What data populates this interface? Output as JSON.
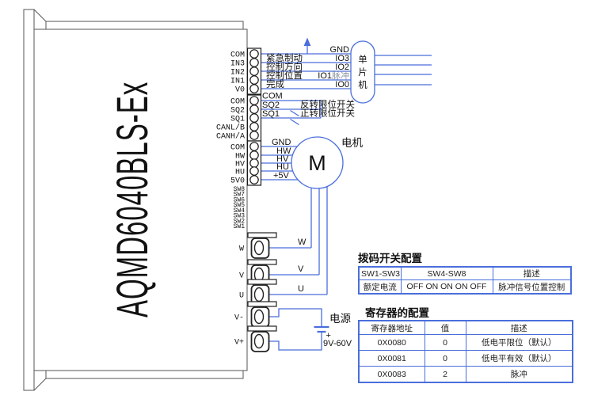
{
  "device": {
    "model": "AQMD6040BLS-Ex",
    "pins": {
      "group1": [
        "COM",
        "IN3",
        "IN2",
        "IN1",
        "V0"
      ],
      "group2": [
        "COM",
        "SQ2",
        "SQ1",
        "CANL/B",
        "CANH/A"
      ],
      "group3": [
        "COM",
        "HW",
        "HV",
        "HU",
        "5V0"
      ],
      "dip": [
        "SW8",
        "SW7",
        "SW6",
        "SW5",
        "SW4",
        "SW3",
        "SW2",
        "SW1"
      ],
      "power": [
        "W",
        "V",
        "U",
        "V-",
        "V+"
      ]
    }
  },
  "signals": {
    "io": {
      "gnd": "GND",
      "row1_left": "紧急制动",
      "row1_right": "IO3",
      "row2_left": "控制方向",
      "row2_right": "IO2",
      "row3_left": "控制位置",
      "row3_right": "IO1",
      "row3_suffix": "脉冲",
      "row4_left": "完成",
      "row4_right": "IO0"
    },
    "limit": {
      "com": "COM",
      "sq2": "SQ2",
      "sq1": "SQ1",
      "sq2_desc": "反转限位开关",
      "sq1_desc": "正转限位开关"
    },
    "hall": [
      "GND",
      "HW",
      "HV",
      "HU",
      "+5V"
    ],
    "phase": [
      "W",
      "V",
      "U"
    ]
  },
  "mcu": {
    "char1": "单",
    "char2": "片",
    "char3": "机"
  },
  "motor": {
    "symbol": "M",
    "label": "电机"
  },
  "power": {
    "label": "电源",
    "range": "9V-60V",
    "plus": "+"
  },
  "tables": {
    "dip": {
      "title": "拨码开关配置",
      "headers": [
        "SW1-SW3",
        "SW4-SW8",
        "描述"
      ],
      "rows": [
        [
          "额定电流",
          "OFF ON ON ON OFF",
          "脉冲信号位置控制"
        ]
      ]
    },
    "registers": {
      "title": "寄存器的配置",
      "headers": [
        "寄存器地址",
        "值",
        "描述"
      ],
      "rows": [
        [
          "0X0080",
          "0",
          "低电平限位（默认）"
        ],
        [
          "0X0081",
          "0",
          "低电平有效（默认）"
        ],
        [
          "0X0083",
          "2",
          "脉冲"
        ]
      ]
    }
  },
  "colors": {
    "wire": "#4a6edb",
    "outline": "#555555",
    "text": "#111111",
    "muted": "#8d96a6"
  }
}
